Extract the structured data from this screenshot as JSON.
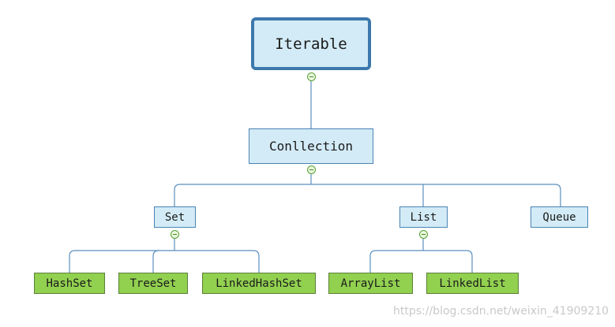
{
  "nodes": {
    "iterable": "Iterable",
    "collection": "Conllection",
    "set": "Set",
    "list": "List",
    "queue": "Queue",
    "hashset": "HashSet",
    "treeset": "TreeSet",
    "linkedhashset": "LinkedHashSet",
    "arraylist": "ArrayList",
    "linkedlist": "LinkedList"
  },
  "edges": [
    [
      "iterable",
      "collection"
    ],
    [
      "collection",
      "set"
    ],
    [
      "collection",
      "list"
    ],
    [
      "collection",
      "queue"
    ],
    [
      "set",
      "hashset"
    ],
    [
      "set",
      "treeset"
    ],
    [
      "set",
      "linkedhashset"
    ],
    [
      "list",
      "arraylist"
    ],
    [
      "list",
      "linkedlist"
    ]
  ],
  "colors": {
    "interface_fill": "#d3ebf6",
    "interface_border": "#4a83b5",
    "class_fill": "#92d050",
    "connector": "#5b8fbf"
  },
  "watermark": "https://blog.csdn.net/weixin_41909210"
}
